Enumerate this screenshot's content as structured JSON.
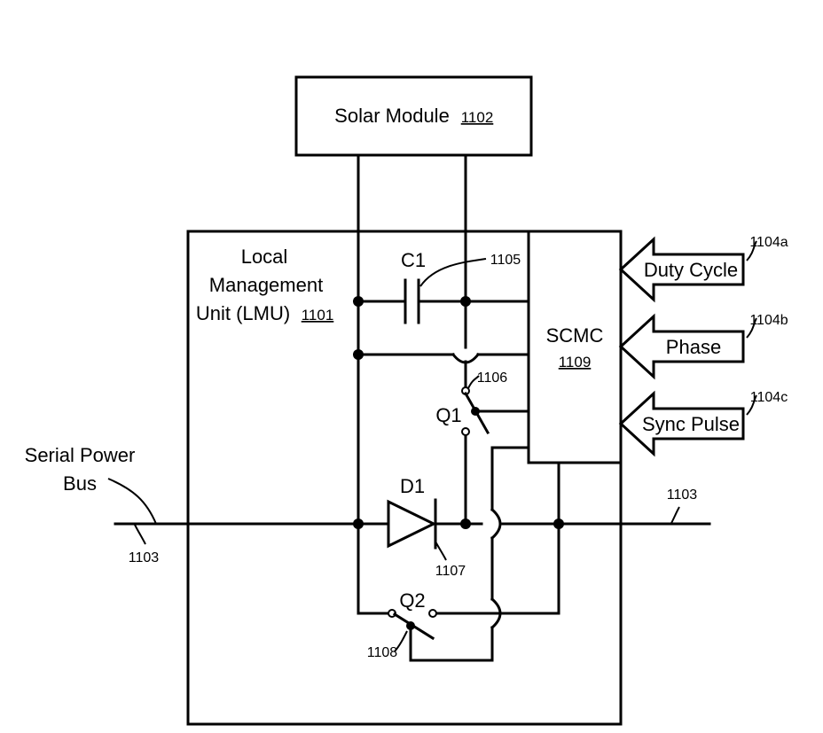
{
  "solar_module": {
    "label": "Solar Module",
    "ref": "1102"
  },
  "lmu": {
    "line1": "Local",
    "line2": "Management",
    "line3": "Unit (LMU)",
    "ref": "1101"
  },
  "scmc": {
    "label": "SCMC",
    "ref": "1109"
  },
  "capacitor": {
    "label": "C1",
    "ref": "1105"
  },
  "switch_q1": {
    "label": "Q1",
    "ref": "1106"
  },
  "switch_q2": {
    "label": "Q2",
    "ref": "1108"
  },
  "diode": {
    "label": "D1",
    "ref": "1107"
  },
  "bus": {
    "label_line1": "Serial Power",
    "label_line2": "Bus",
    "ref_left": "1103",
    "ref_right": "1103"
  },
  "inputs": [
    {
      "label": "Duty Cycle",
      "ref": "1104a"
    },
    {
      "label": "Phase",
      "ref": "1104b"
    },
    {
      "label": "Sync Pulse",
      "ref": "1104c"
    }
  ]
}
